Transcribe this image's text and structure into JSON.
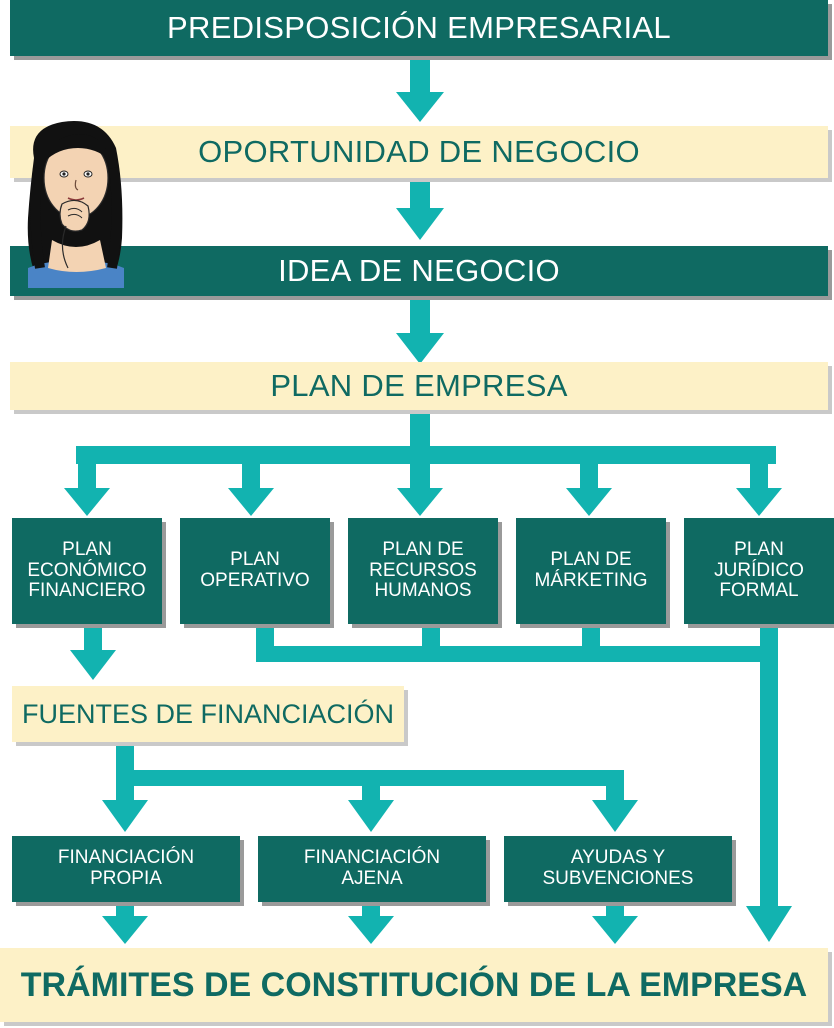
{
  "steps": {
    "predisposicion": "PREDISPOSICIÓN EMPRESARIAL",
    "oportunidad": "OPORTUNIDAD DE NEGOCIO",
    "idea": "IDEA DE NEGOCIO",
    "plan_empresa": "PLAN DE EMPRESA",
    "fuentes": "FUENTES DE FINANCIACIÓN",
    "tramites": "TRÁMITES DE CONSTITUCIÓN DE LA EMPRESA"
  },
  "plans": [
    "PLAN\nECONÓMICO\nFINANCIERO",
    "PLAN\nOPERATIVO",
    "PLAN DE\nRECURSOS\nHUMANOS",
    "PLAN DE\nMÁRKETING",
    "PLAN\nJURÍDICO\nFORMAL"
  ],
  "financing": [
    "FINANCIACIÓN\nPROPIA",
    "FINANCIACIÓN\nAJENA",
    "AYUDAS Y\nSUBVENCIONES"
  ],
  "colors": {
    "dark_teal": "#0f6a62",
    "arrow_teal": "#12b3b0",
    "cream": "#fdf1c7"
  },
  "icons": [
    "woman-thinking-illustration"
  ]
}
